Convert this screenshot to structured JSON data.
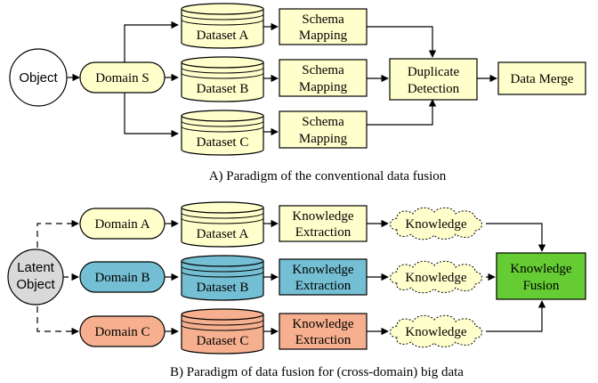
{
  "diagram_a": {
    "object": "Object",
    "domain": "Domain S",
    "datasets": [
      "Dataset A",
      "Dataset B",
      "Dataset C"
    ],
    "mapping_line1": "Schema",
    "mapping_line2": "Mapping",
    "duplicate_line1": "Duplicate",
    "duplicate_line2": "Detection",
    "merge": "Data Merge",
    "caption": "A) Paradigm of the conventional data fusion",
    "colors": {
      "fill": "#ffffcc",
      "stroke": "#000000"
    }
  },
  "diagram_b": {
    "object_line1": "Latent",
    "object_line2": "Object",
    "domains": [
      "Domain A",
      "Domain B",
      "Domain C"
    ],
    "datasets": [
      "Dataset A",
      "Dataset B",
      "Dataset C"
    ],
    "extraction_line1": "Knowledge",
    "extraction_line2": "Extraction",
    "knowledge": "Knowledge",
    "fusion_line1": "Knowledge",
    "fusion_line2": "Fusion",
    "caption": "B) Paradigm of data fusion for (cross-domain) big data",
    "colors": {
      "yellow": "#ffffcc",
      "blue": "#75bfd4",
      "orange": "#f7b08f",
      "green": "#66cc33",
      "gray": "#d9d9d9"
    }
  }
}
